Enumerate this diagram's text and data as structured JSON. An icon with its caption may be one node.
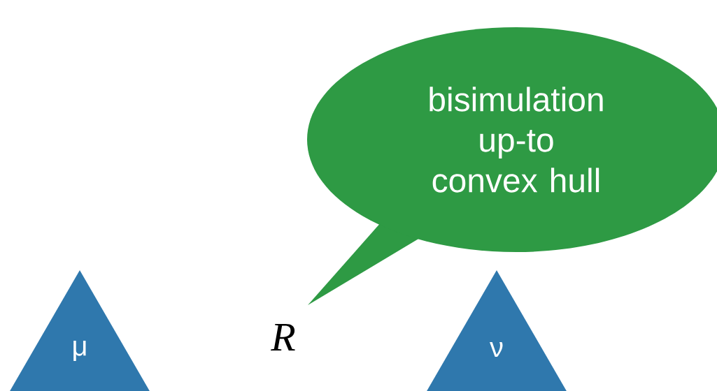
{
  "diagram": {
    "nodes": [
      {
        "text": [
          "bisimulation up-to convex hull"
        ]
      },
      {
        "text": [
          "μ"
        ]
      },
      {
        "text": [
          "ν"
        ]
      }
    ],
    "labels": [
      "R"
    ]
  }
}
